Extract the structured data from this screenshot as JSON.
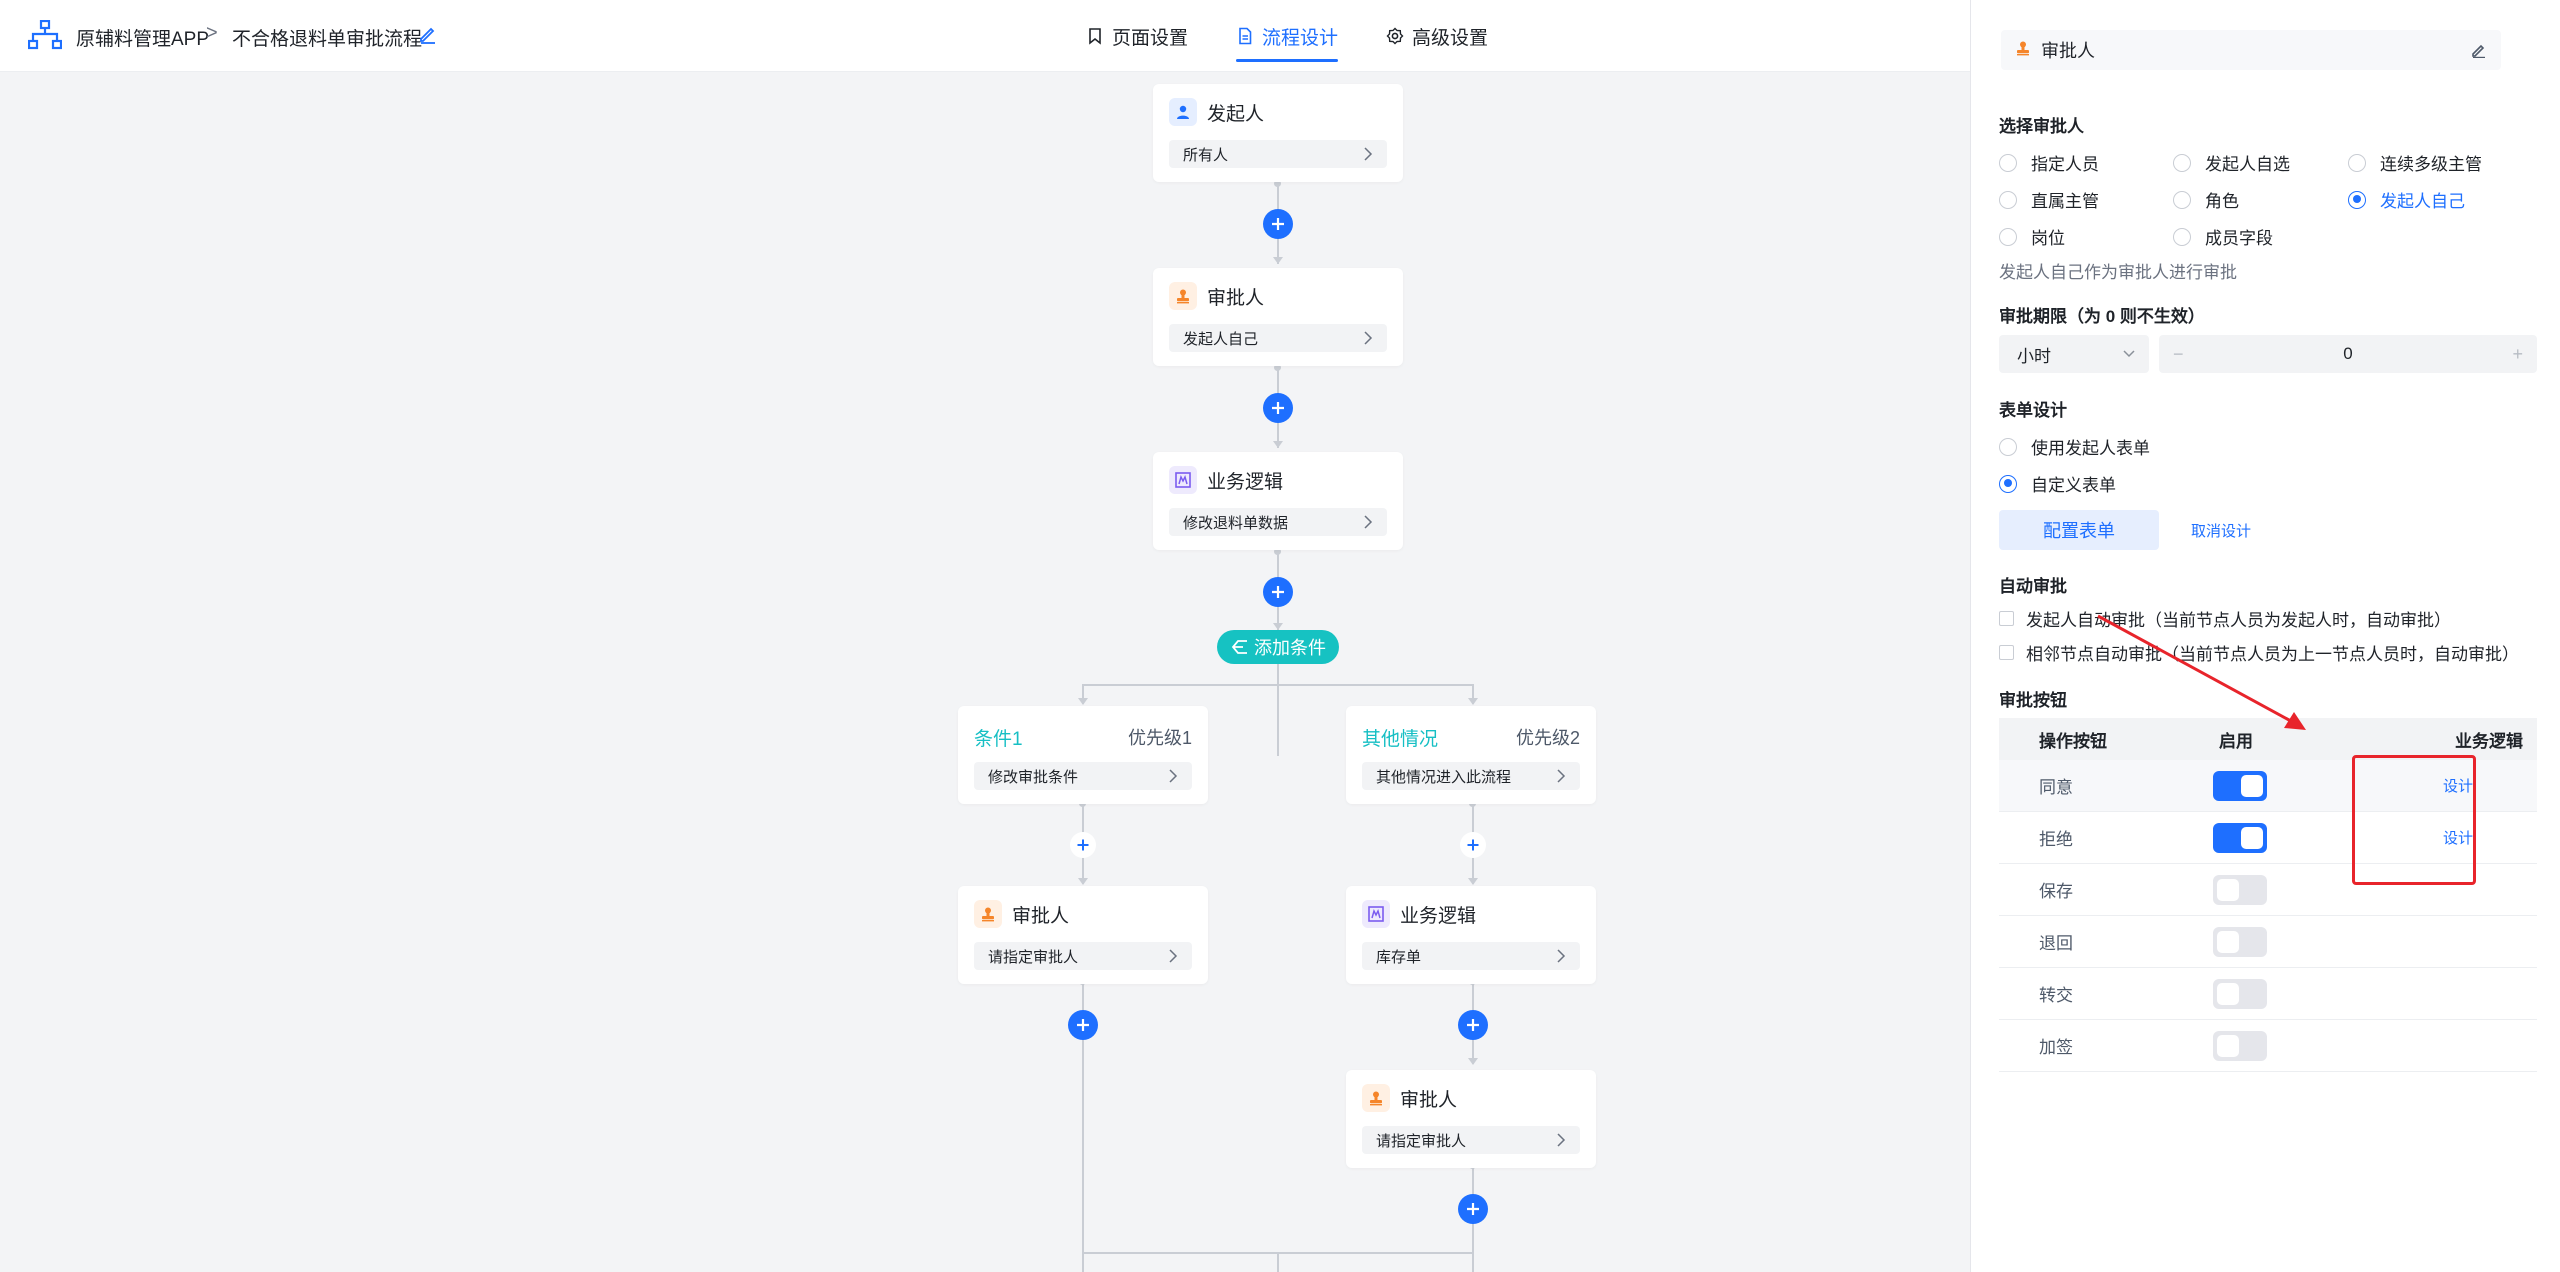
{
  "header": {
    "app_name": "原辅料管理APP",
    "separator": ">",
    "flow_name": "不合格退料单审批流程",
    "tabs": [
      {
        "label": "页面设置"
      },
      {
        "label": "流程设计"
      },
      {
        "label": "高级设置"
      }
    ]
  },
  "flow": {
    "start": {
      "title": "发起人",
      "body": "所有人"
    },
    "approver1": {
      "title": "审批人",
      "body": "发起人自己"
    },
    "logic1": {
      "title": "业务逻辑",
      "body": "修改退料单数据"
    },
    "add_condition": "添加条件",
    "branch_left": {
      "title": "条件1",
      "priority": "优先级1",
      "body": "修改审批条件",
      "approver": {
        "title": "审批人",
        "body": "请指定审批人"
      }
    },
    "branch_right": {
      "title": "其他情况",
      "priority": "优先级2",
      "body": "其他情况进入此流程",
      "logic": {
        "title": "业务逻辑",
        "body": "库存单"
      },
      "approver": {
        "title": "审批人",
        "body": "请指定审批人"
      }
    }
  },
  "panel": {
    "title": "审批人",
    "select_section": "选择审批人",
    "approver_options": [
      {
        "label": "指定人员",
        "selected": false
      },
      {
        "label": "发起人自选",
        "selected": false
      },
      {
        "label": "连续多级主管",
        "selected": false
      },
      {
        "label": "直属主管",
        "selected": false
      },
      {
        "label": "角色",
        "selected": false
      },
      {
        "label": "发起人自己",
        "selected": true
      },
      {
        "label": "岗位",
        "selected": false
      },
      {
        "label": "成员字段",
        "selected": false
      }
    ],
    "hint": "发起人自己作为审批人进行审批",
    "deadline_section": "审批期限（为 0 则不生效）",
    "deadline_unit": "小时",
    "deadline_minus": "−",
    "deadline_value": "0",
    "deadline_plus": "+",
    "form_section": "表单设计",
    "form_options": [
      {
        "label": "使用发起人表单",
        "selected": false
      },
      {
        "label": "自定义表单",
        "selected": true
      }
    ],
    "config_form_button": "配置表单",
    "cancel_design_link": "取消设计",
    "auto_section": "自动审批",
    "auto_options": [
      {
        "label": "发起人自动审批（当前节点人员为发起人时，自动审批）"
      },
      {
        "label": "相邻节点自动审批（当前节点人员为上一节点人员时，自动审批）"
      }
    ],
    "button_section": "审批按钮",
    "table": {
      "headers": [
        "操作按钮",
        "启用",
        "业务逻辑"
      ],
      "rows": [
        {
          "name": "同意",
          "enabled": true,
          "logic": "设计"
        },
        {
          "name": "拒绝",
          "enabled": true,
          "logic": "设计"
        },
        {
          "name": "保存",
          "enabled": false,
          "logic": ""
        },
        {
          "name": "退回",
          "enabled": false,
          "logic": ""
        },
        {
          "name": "转交",
          "enabled": false,
          "logic": ""
        },
        {
          "name": "加签",
          "enabled": false,
          "logic": ""
        }
      ]
    }
  },
  "colors": {
    "primary": "#1e6fff",
    "condition": "#16c2c2",
    "annotation": "#e8242b"
  }
}
